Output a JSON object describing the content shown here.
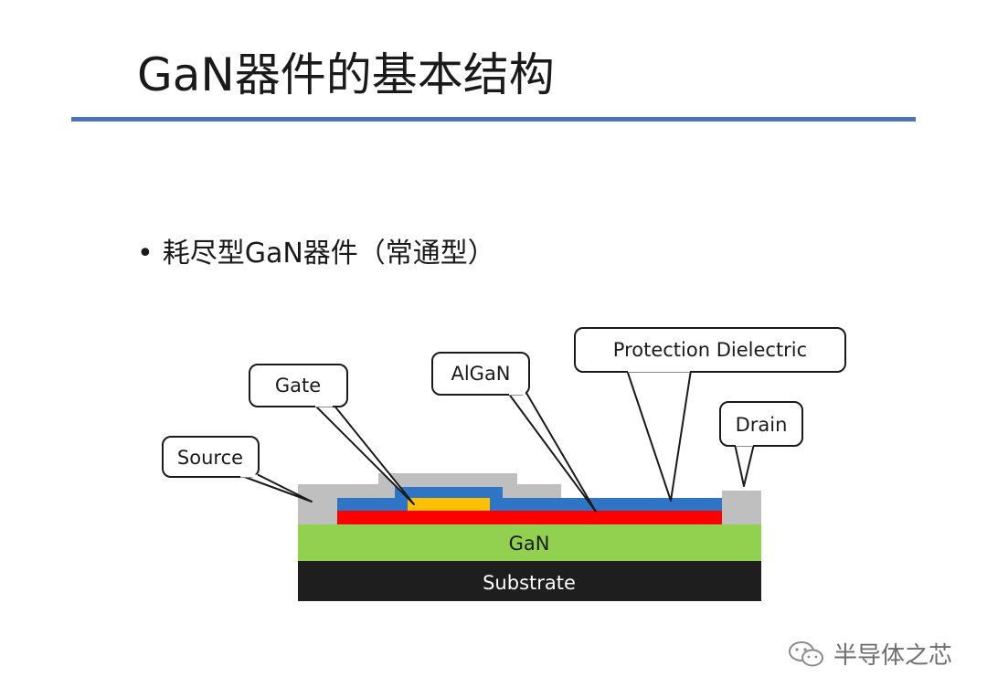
{
  "slide": {
    "title": "GaN器件的基本结构",
    "bullet_marker": "•",
    "bullet": "耗尽型GaN器件（常通型）"
  },
  "diagram": {
    "layers": {
      "substrate": "Substrate",
      "gan": "GaN"
    },
    "callouts": {
      "source": "Source",
      "gate": "Gate",
      "algan": "AlGaN",
      "protection": "Protection Dielectric",
      "drain": "Drain"
    },
    "colors": {
      "substrate": "#1e1e1e",
      "gan": "#92d050",
      "algan": "#ff0000",
      "dielectric": "#2f75c6",
      "gate_metal": "#ffc000",
      "contact": "#bfbfbf"
    }
  },
  "watermark": {
    "icon": "wechat-icon",
    "text": "半导体之芯"
  }
}
